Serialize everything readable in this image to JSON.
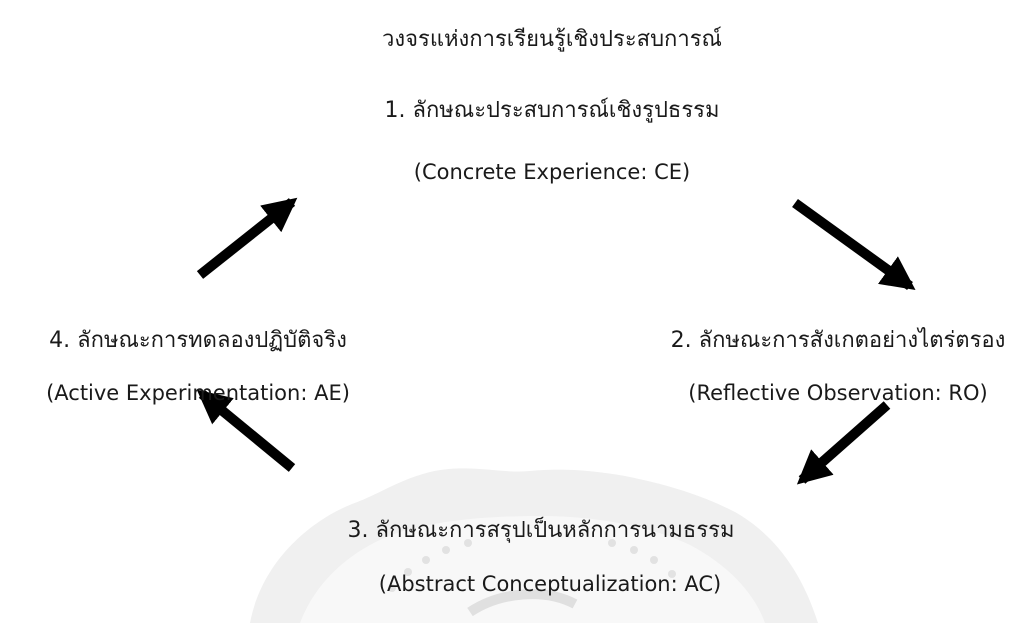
{
  "title": "วงจรแห่งการเรียนรู้เชิงประสบการณ์",
  "stages": [
    {
      "label": "1. ลักษณะประสบการณ์เชิงรูปธรรม",
      "english": "(Concrete Experience: CE)"
    },
    {
      "label": "2. ลักษณะการสังเกตอย่างไตร่ตรอง",
      "english": "(Reflective Observation: RO)"
    },
    {
      "label": "3. ลักษณะการสรุปเป็นหลักการนามธรรม",
      "english": "(Abstract Conceptualization: AC)"
    },
    {
      "label": "4. ลักษณะการทดลองปฏิบัติจริง",
      "english": "(Active Experimentation: AE)"
    }
  ],
  "colors": {
    "text": "#1a1a1a",
    "arrow": "#000000",
    "watermark": "#eeeeee"
  }
}
